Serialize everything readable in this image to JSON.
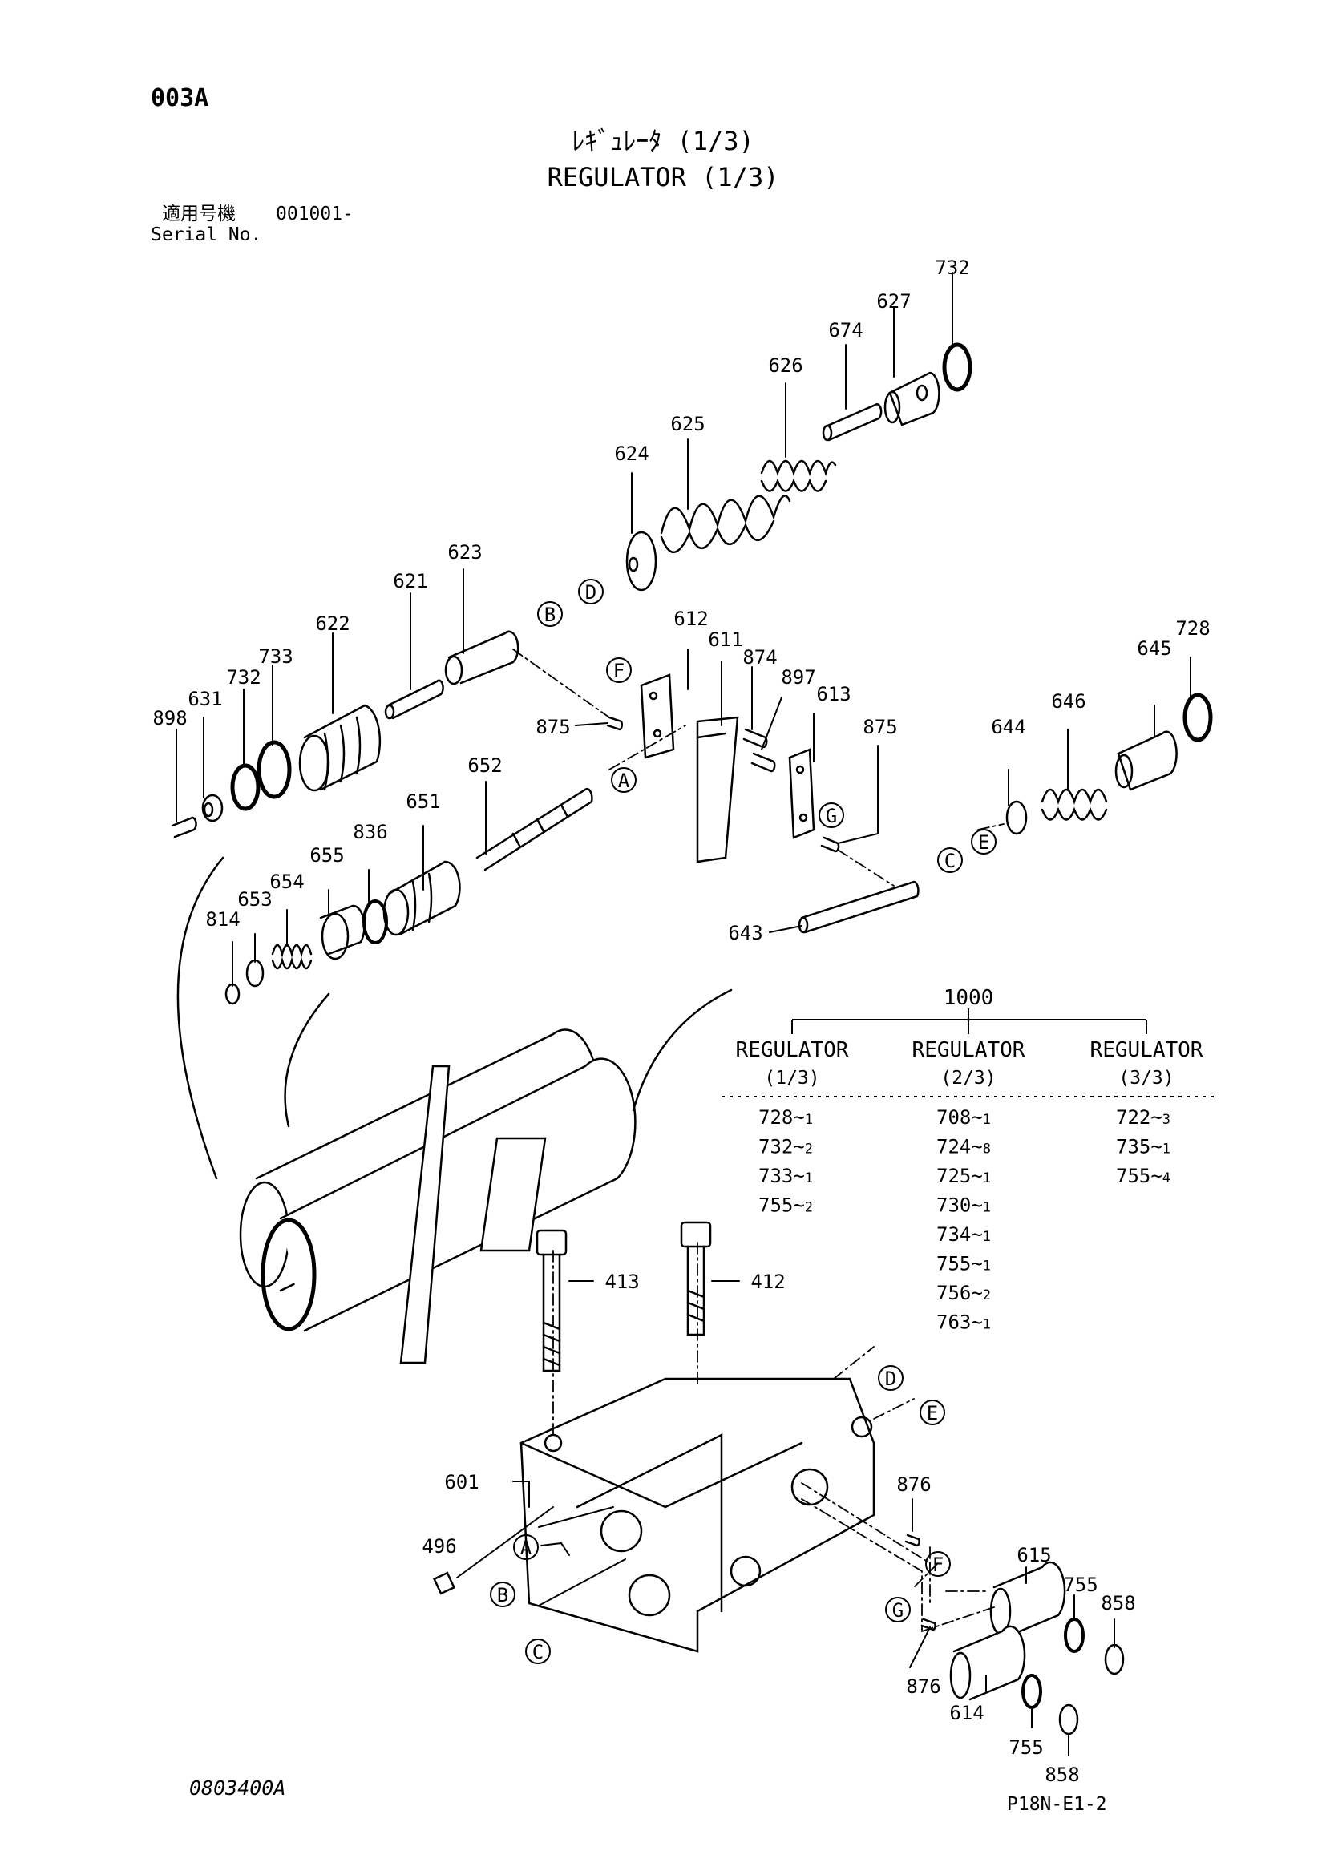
{
  "page_id": "003A",
  "title_ja": "ﾚｷﾞｭﾚｰﾀ (1/3)",
  "title_en": "REGULATOR (1/3)",
  "serial": {
    "label_ja": "適用号機",
    "label_en": "Serial No.",
    "value": "001001-"
  },
  "drawing_code": "0803400A",
  "page_code": "P18N-E1-2",
  "part_labels": [
    "732",
    "627",
    "674",
    "626",
    "625",
    "624",
    "623",
    "621",
    "622",
    "733",
    "732",
    "631",
    "898",
    "612",
    "611",
    "874",
    "897",
    "613",
    "875",
    "875",
    "652",
    "651",
    "836",
    "655",
    "654",
    "653",
    "814",
    "643",
    "644",
    "646",
    "645",
    "728",
    "413",
    "412",
    "601",
    "496",
    "876",
    "615",
    "755",
    "858",
    "876",
    "614",
    "755",
    "858"
  ],
  "ref_letters": [
    "B",
    "D",
    "A",
    "F",
    "G",
    "C",
    "E",
    "D",
    "E",
    "F",
    "A",
    "B",
    "C",
    "G"
  ],
  "kit_table": {
    "number": "1000",
    "columns": [
      {
        "title": "REGULATOR",
        "sub": "(1/3)",
        "items": [
          {
            "part": "728",
            "qty": "1"
          },
          {
            "part": "732",
            "qty": "2"
          },
          {
            "part": "733",
            "qty": "1"
          },
          {
            "part": "755",
            "qty": "2"
          }
        ]
      },
      {
        "title": "REGULATOR",
        "sub": "(2/3)",
        "items": [
          {
            "part": "708",
            "qty": "1"
          },
          {
            "part": "724",
            "qty": "8"
          },
          {
            "part": "725",
            "qty": "1"
          },
          {
            "part": "730",
            "qty": "1"
          },
          {
            "part": "734",
            "qty": "1"
          },
          {
            "part": "755",
            "qty": "1"
          },
          {
            "part": "756",
            "qty": "2"
          },
          {
            "part": "763",
            "qty": "1"
          }
        ]
      },
      {
        "title": "REGULATOR",
        "sub": "(3/3)",
        "items": [
          {
            "part": "722",
            "qty": "3"
          },
          {
            "part": "735",
            "qty": "1"
          },
          {
            "part": "755",
            "qty": "4"
          }
        ]
      }
    ]
  }
}
